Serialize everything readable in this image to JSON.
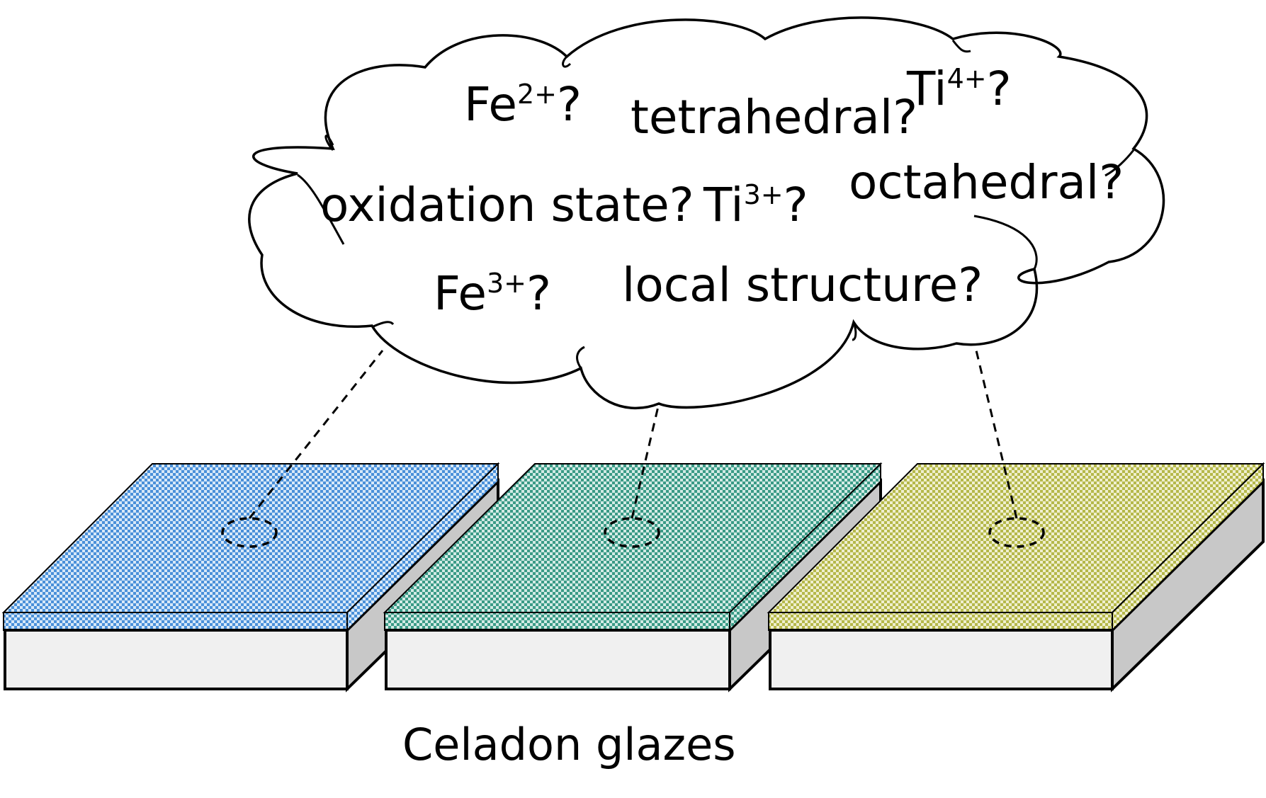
{
  "cloud": {
    "questions": {
      "fe2": {
        "base": "Fe",
        "sup": "2+",
        "tail": "?"
      },
      "tetrahedral": "tetrahedral?",
      "ti4": {
        "base": "Ti",
        "sup": "4+",
        "tail": "?"
      },
      "oxidation": "oxidation state?",
      "ti3": {
        "base": "Ti",
        "sup": "3+",
        "tail": "?"
      },
      "octahedral": "octahedral?",
      "fe3": {
        "base": "Fe",
        "sup": "3+",
        "tail": "?"
      },
      "local_structure": "local structure?"
    }
  },
  "tiles": [
    {
      "glaze_color": "#4a90d9",
      "name": "blue"
    },
    {
      "glaze_color": "#3a9a86",
      "name": "green"
    },
    {
      "glaze_color": "#b5b84a",
      "name": "yellow"
    }
  ],
  "caption": "Celadon glazes",
  "colors": {
    "tile_body": "#f0f0f0",
    "tile_side": "#c8c8c8",
    "outline": "#000000"
  }
}
